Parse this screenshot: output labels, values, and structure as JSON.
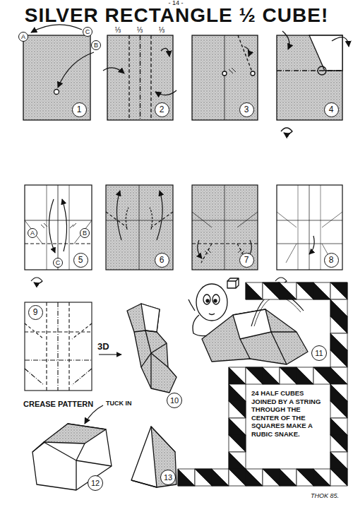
{
  "diagram": {
    "title": "SILVER RECTANGLE ½ CUBE!",
    "nodes": [
      {
        "text": [
          "A"
        ]
      },
      {
        "text": [
          "C"
        ]
      },
      {
        "text": [
          "B"
        ]
      },
      {
        "text": [
          "1"
        ]
      },
      {
        "text": [
          "2"
        ]
      },
      {
        "text": [
          "3"
        ]
      },
      {
        "text": [
          "4"
        ]
      },
      {
        "text": [
          "A"
        ]
      },
      {
        "text": [
          "B"
        ]
      },
      {
        "text": [
          "C"
        ]
      },
      {
        "text": [
          "5"
        ]
      },
      {
        "text": [
          "6"
        ]
      },
      {
        "text": [
          "7"
        ]
      },
      {
        "text": [
          "8"
        ]
      },
      {
        "text": [
          "9"
        ]
      },
      {
        "text": [
          "10"
        ]
      },
      {
        "text": [
          "11"
        ]
      },
      {
        "text": [
          "24 HALF CUBES JOINED BY A STRING THROUGH THE CENTER OF THE SQUARES MAKE A RUBIC SNAKE."
        ]
      },
      {
        "text": [
          "12"
        ]
      },
      {
        "text": [
          "13"
        ]
      }
    ],
    "labels": [
      "- 14 -",
      "⅓",
      "⅓",
      "⅓",
      "3D",
      "CREASE PATTERN",
      "TUCK IN",
      "THOK 85."
    ]
  }
}
